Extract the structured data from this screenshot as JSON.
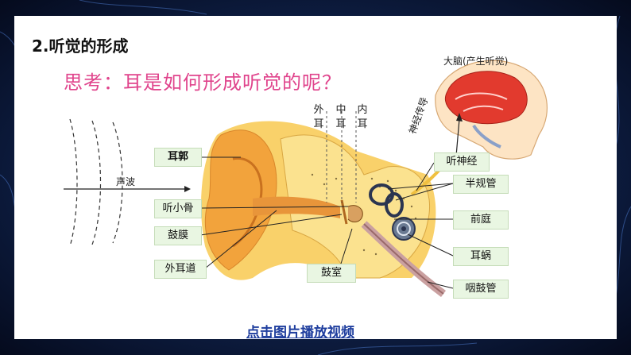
{
  "slide": {
    "title": "2.听觉的形成",
    "question": "思考：耳是如何形成听觉的呢？",
    "layers": [
      "外\n耳",
      "中\n耳",
      "内\n耳"
    ],
    "brain_label": "大脑(产生听觉)",
    "nerve_label": "神经传导",
    "sound_label": "声波",
    "labels": {
      "auricle": "耳郭",
      "ossicles": "听小骨",
      "eardrum": "鼓膜",
      "ear_canal": "外耳道",
      "tympanic_cavity": "鼓室",
      "auditory_nerve": "听神经",
      "semicircular": "半规管",
      "vestibule": "前庭",
      "cochlea": "耳蜗",
      "eustachian": "咽鼓管"
    },
    "video_link": "点击图片播放视频"
  },
  "colors": {
    "question": "#e0448c",
    "label_bg": "#e9f6e2",
    "link": "#1f3e9e",
    "ear_orange": "#f2a33c",
    "brain_red": "#e23a2e"
  }
}
